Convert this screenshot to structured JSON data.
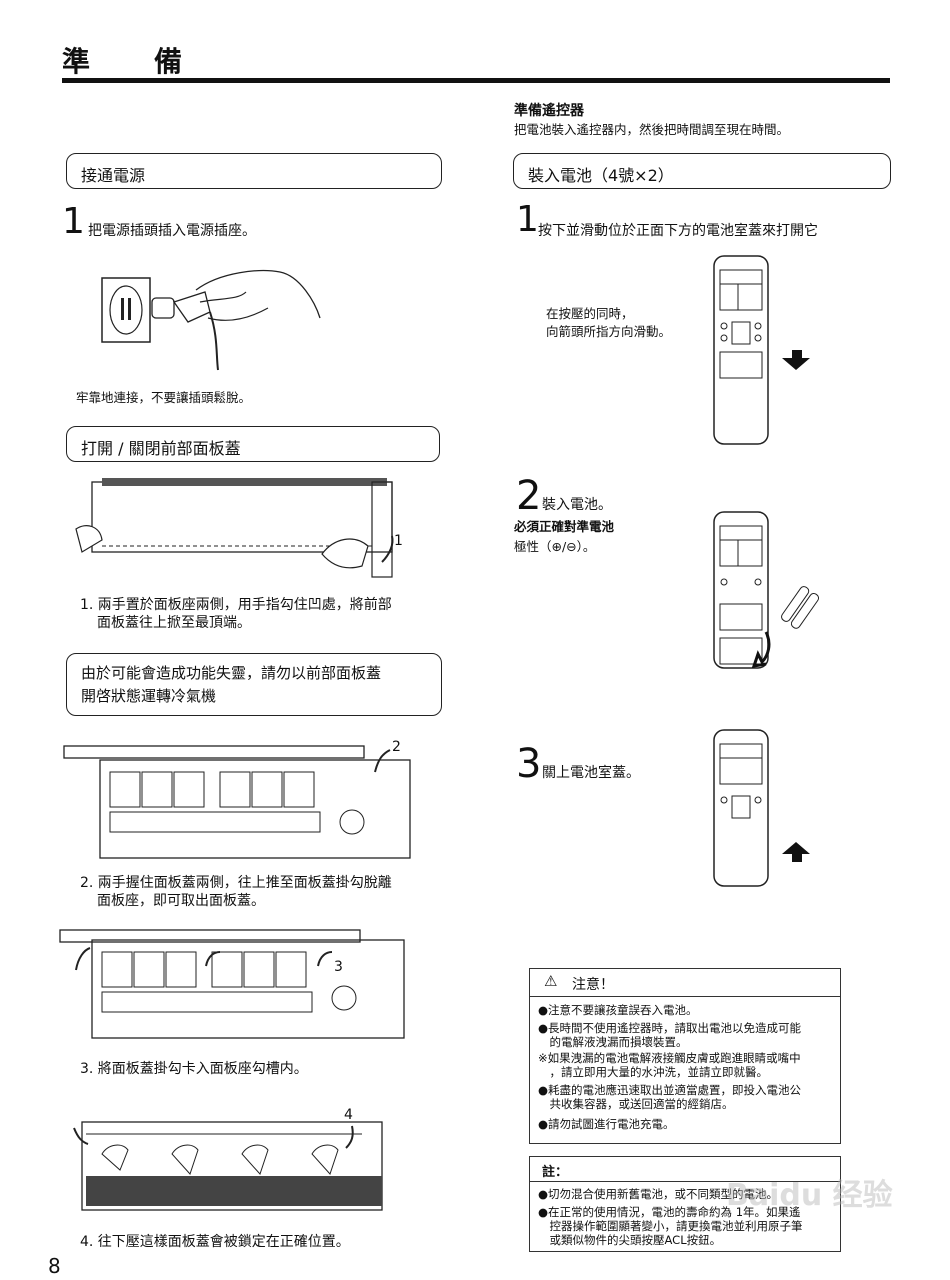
{
  "page": {
    "title": "準　備",
    "page_number": "8"
  },
  "left": {
    "power_section": {
      "heading": "接通電源",
      "step_num": "1",
      "step_text": "把電源插頭插入電源插座。",
      "note": "牢靠地連接，不要讓插頭鬆脫。"
    },
    "panel_section": {
      "heading": "打開 / 關閉前部面板蓋",
      "fig1_label": "1",
      "step1": [
        "1. 兩手置於面板座兩側，用手指勾住凹處，將前部",
        "面板蓋往上掀至最頂端。"
      ],
      "warning": [
        "由於可能會造成功能失靈，請勿以前部面板蓋",
        "開啓狀態運轉冷氣機"
      ],
      "fig2_label": "2",
      "step2": [
        "2. 兩手握住面板蓋兩側，往上推至面板蓋掛勾脫離",
        "面板座，即可取出面板蓋。"
      ],
      "fig3_label": "3",
      "step3": "3. 將面板蓋掛勾卡入面板座勾槽内。",
      "fig4_label": "4",
      "step4": "4. 往下壓這樣面板蓋會被鎖定在正確位置。"
    }
  },
  "right": {
    "remote_heading": "準備遙控器",
    "remote_desc": "把電池裝入遙控器内，然後把時間調至現在時間。",
    "battery_heading": "裝入電池（4號×2）",
    "step1_num": "1",
    "step1_text": "按下並滑動位於正面下方的電池室蓋來打開它",
    "step1_hint": [
      "在按壓的同時，",
      "向箭頭所指方向滑動。"
    ],
    "step2_num": "2",
    "step2_text": "裝入電池。",
    "step2_hint": [
      "必須正確對準電池",
      "極性（⊕/⊖）。"
    ],
    "step3_num": "3",
    "step3_text": "關上電池室蓋。",
    "caution": {
      "title": "注意！",
      "items": [
        "●注意不要讓孩童誤吞入電池。",
        "●長時間不使用遙控器時，請取出電池以免造成可能",
        "　的電解液洩漏而損壞裝置。",
        "※如果洩漏的電池電解液接觸皮膚或跑進眼睛或嘴中",
        "　，請立即用大量的水沖洗，並請立即就醫。",
        "●耗盡的電池應迅速取出並適當處置，即投入電池公",
        "　共收集容器，或送回適當的經銷店。",
        "●請勿試圖進行電池充電。"
      ]
    },
    "notes": {
      "title": "註：",
      "items": [
        "●切勿混合使用新舊電池，或不同類型的電池。",
        "●在正常的使用情況，電池的壽命約為 1年。如果遙",
        "　控器操作範圍顯著變小，請更換電池並利用原子筆",
        "　或類似物件的尖頭按壓ACL按鈕。"
      ]
    },
    "watermark": "Baidu 经验"
  }
}
